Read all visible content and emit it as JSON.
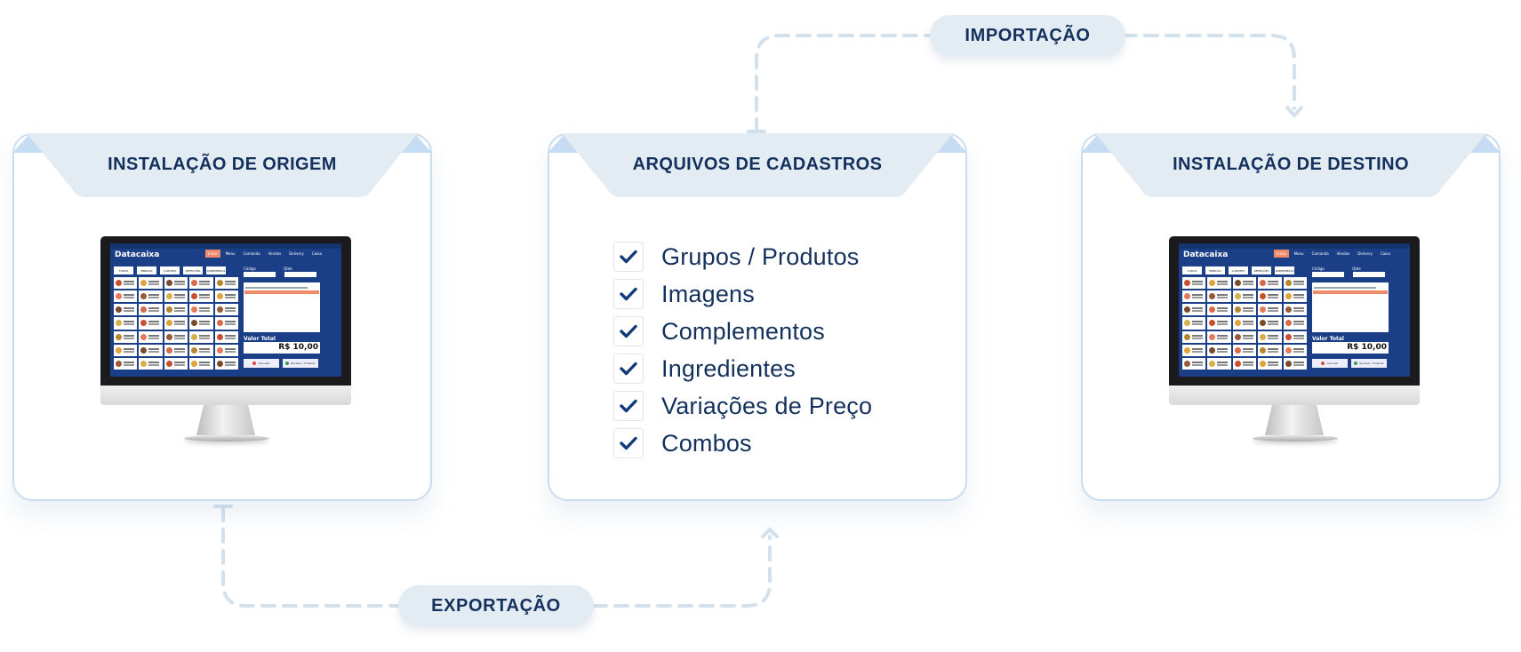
{
  "flows": {
    "import_label": "IMPORTAÇÃO",
    "export_label": "EXPORTAÇÃO"
  },
  "panels": {
    "origin": {
      "title": "INSTALAÇÃO DE ORIGEM"
    },
    "files": {
      "title": "ARQUIVOS DE CADASTROS",
      "items": [
        "Grupos / Produtos",
        "Imagens",
        "Complementos",
        "Ingredientes",
        "Variações de Preço",
        "Combos"
      ]
    },
    "destination": {
      "title": "INSTALAÇÃO DE DESTINO"
    }
  },
  "pos_screen": {
    "app_name": "Datacaixa",
    "nav_items": [
      "Início",
      "Menu",
      "Comanda",
      "Vendas",
      "Delivery",
      "Caixa"
    ],
    "categories": [
      "TODOS",
      "BEBIDAS",
      "LANCHES",
      "REFEIÇÕES",
      "SOBREMESAS"
    ],
    "code_label": "Código",
    "qty_label": "Qtde",
    "total_label": "Valor Total",
    "total_value": "R$ 10,00",
    "cancel_label": "Cancelar",
    "finish_label": "Receber / Finalizar"
  },
  "colors": {
    "navy_text": "#14315e",
    "panel_border": "#cbdcef",
    "header_fill": "#e3ebf3",
    "connector": "#d3e1ec",
    "check": "#123a78"
  }
}
